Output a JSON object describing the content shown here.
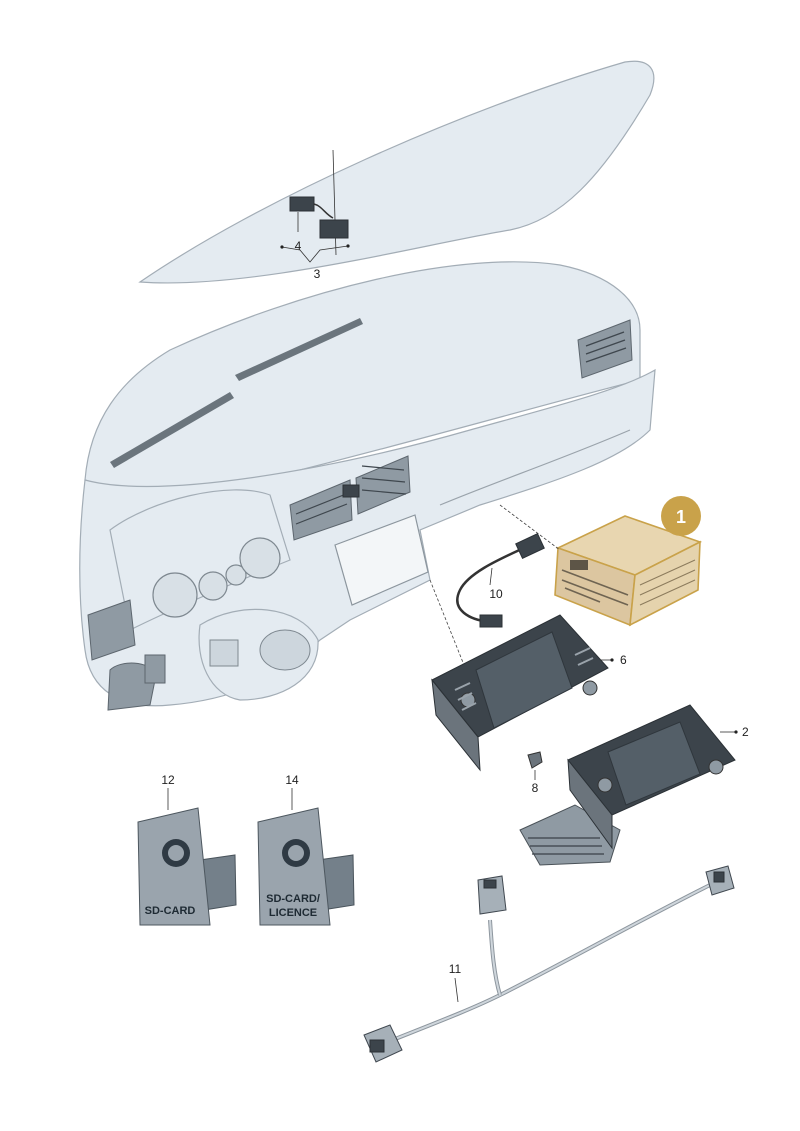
{
  "callouts": {
    "c1": "1",
    "c2": "2",
    "c3": "3",
    "c4": "4",
    "c6": "6",
    "c8": "8",
    "c10": "10",
    "c11": "11",
    "c12": "12",
    "c14": "14"
  },
  "cards": {
    "sd_card": "SD-CARD",
    "licence_line1": "SD-CARD/",
    "licence_line2": "LICENCE"
  },
  "colors": {
    "highlight": "#c9a24a",
    "highlight_fill": "#e8d6b0",
    "badge": "#c9a24a",
    "dashboard": "#e4ebf1"
  }
}
